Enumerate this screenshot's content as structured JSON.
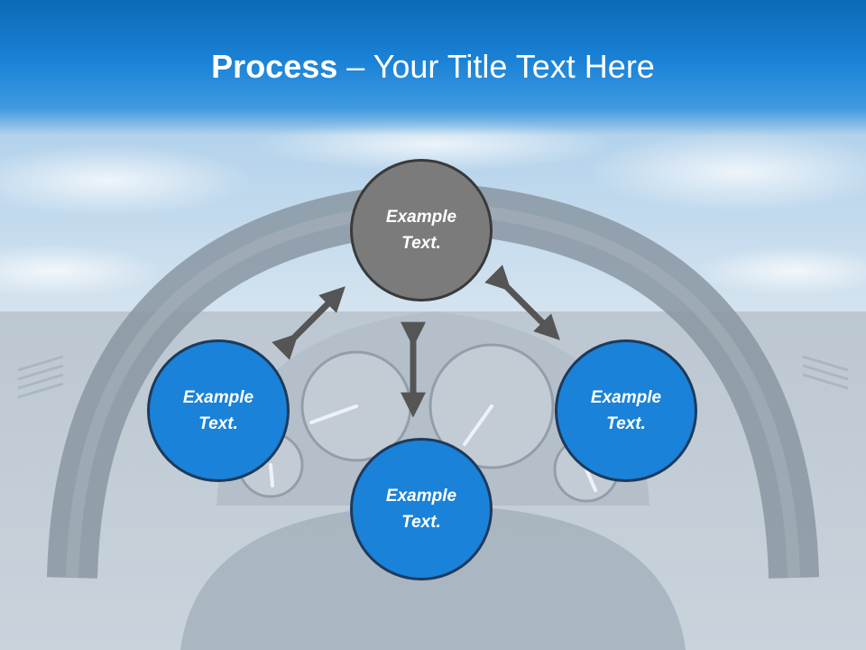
{
  "slide": {
    "title_bold": "Process",
    "title_rest": " – Your Title Text Here"
  },
  "nodes": {
    "top": {
      "line1": "Example",
      "line2": "Text."
    },
    "left": {
      "line1": "Example",
      "line2": "Text."
    },
    "right": {
      "line1": "Example",
      "line2": "Text."
    },
    "bottom": {
      "line1": "Example",
      "line2": "Text."
    }
  },
  "colors": {
    "header_blue": "#1a82d6",
    "node_blue": "#1a82d8",
    "node_gray": "#7b7b7b",
    "arrow": "#555555"
  }
}
